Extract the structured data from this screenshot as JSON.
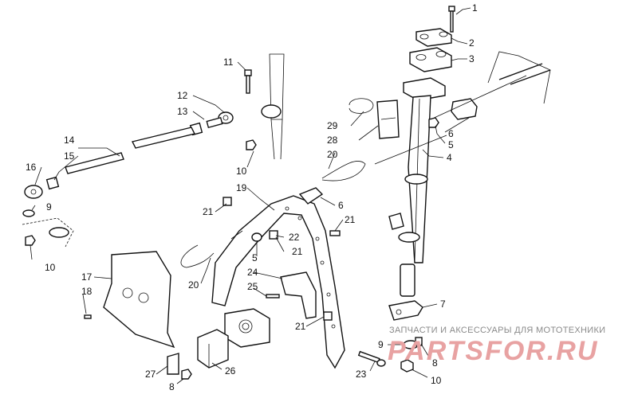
{
  "watermark": {
    "tagline": "ЗАПЧАСТИ И АКСЕССУАРЫ ДЛЯ МОТОТЕХНИКИ",
    "brand": "PARTSFOR.RU",
    "brand_color": "#e8a2a2"
  },
  "callouts": {
    "c1": "1",
    "c2": "2",
    "c3": "3",
    "c4": "4",
    "c5a": "5",
    "c5b": "5",
    "c6a": "6",
    "c6b": "6",
    "c7": "7",
    "c8a": "8",
    "c8b": "8",
    "c9a": "9",
    "c9b": "9",
    "c10a": "10",
    "c10b": "10",
    "c10c": "10",
    "c11": "11",
    "c12": "12",
    "c13": "13",
    "c14": "14",
    "c15": "15",
    "c16": "16",
    "c17": "17",
    "c18": "18",
    "c19": "19",
    "c20a": "20",
    "c20b": "20",
    "c21a": "21",
    "c21b": "21",
    "c21c": "21",
    "c21d": "21",
    "c22": "22",
    "c23": "23",
    "c24": "24",
    "c25": "25",
    "c26": "26",
    "c27": "27",
    "c28": "28",
    "c29": "29"
  }
}
